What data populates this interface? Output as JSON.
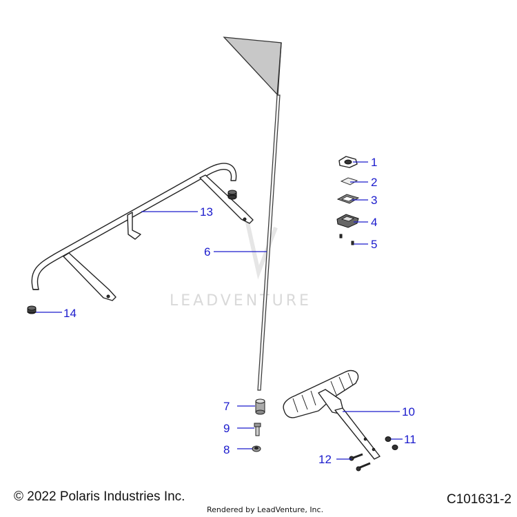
{
  "watermark": "LEADVENTURE",
  "copyright": "© 2022 Polaris Industries Inc.",
  "rendered_by": "Rendered by LeadVenture, Inc.",
  "diagram_code": "C101631-2",
  "callouts": [
    "1",
    "2",
    "3",
    "4",
    "5",
    "6",
    "7",
    "8",
    "9",
    "10",
    "11",
    "12",
    "13",
    "14"
  ],
  "colors": {
    "callout": "#1a1acc",
    "line": "#222222",
    "flag": "#c8c8c8"
  }
}
